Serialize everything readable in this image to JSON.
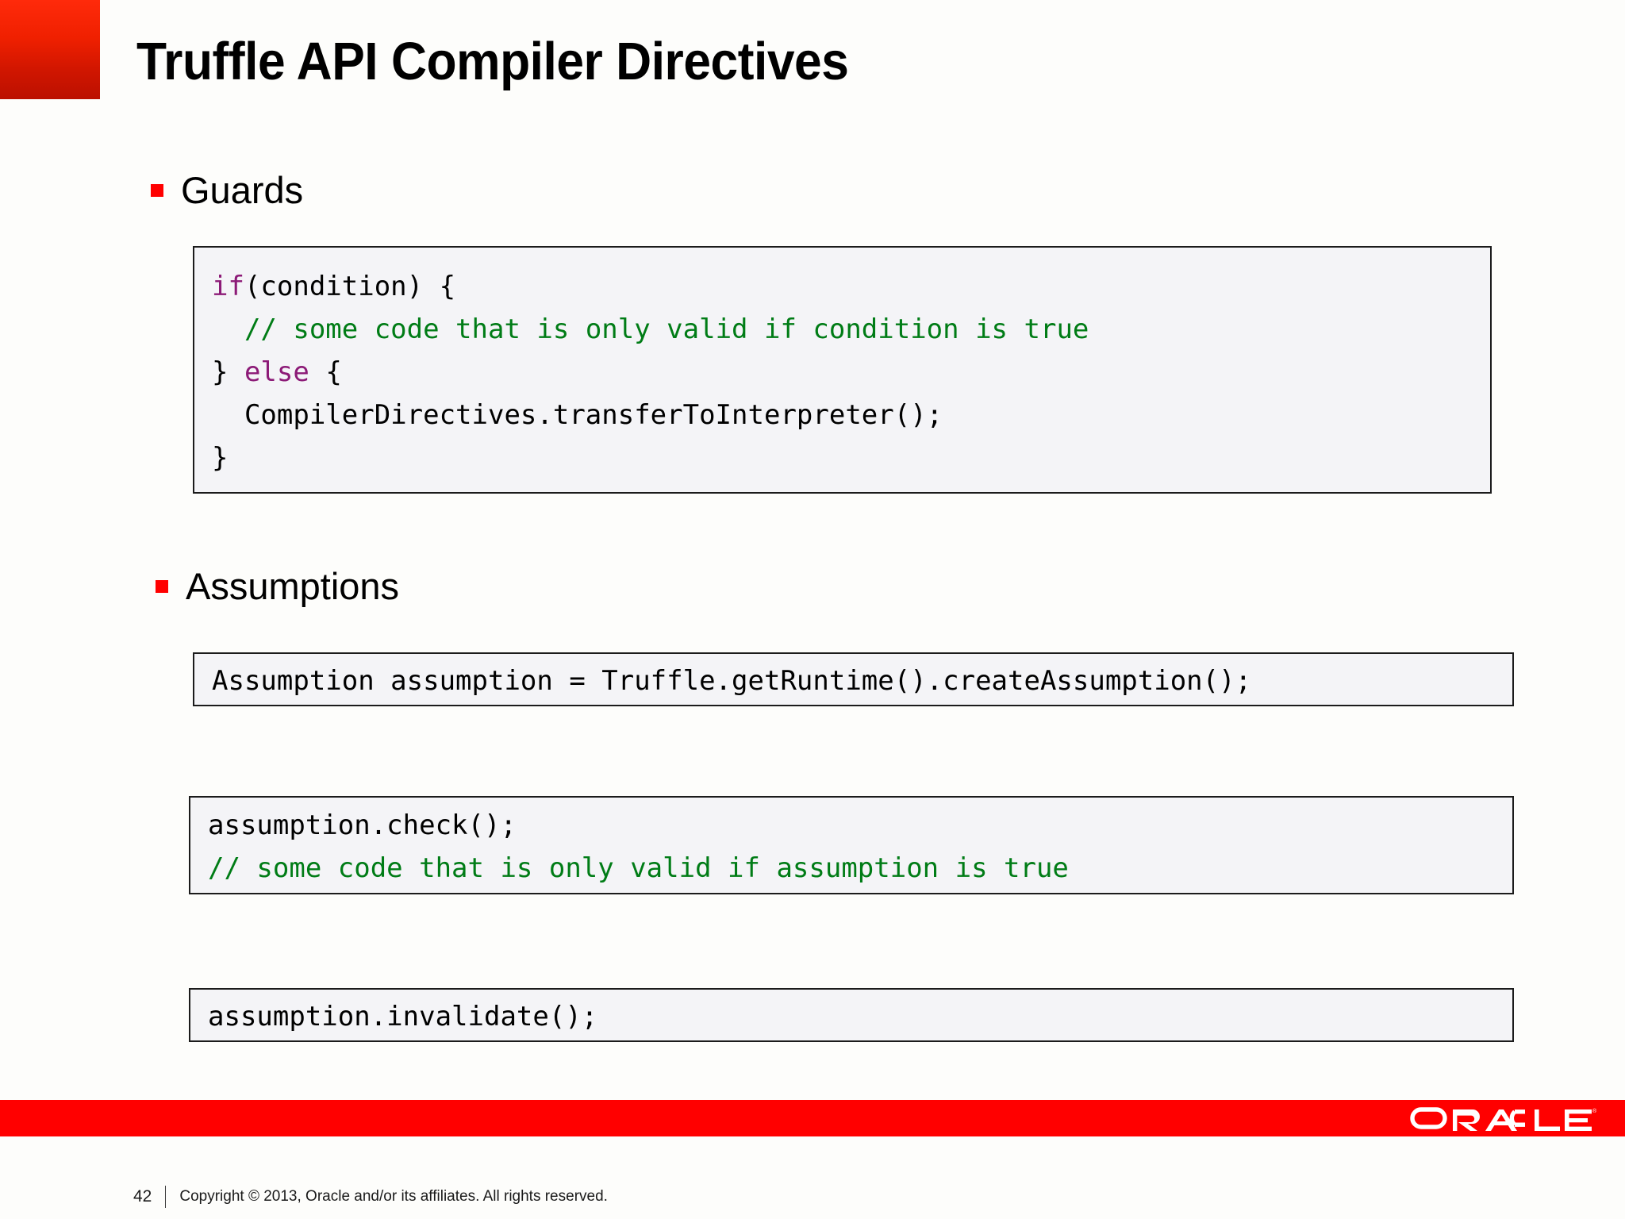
{
  "slide": {
    "title": "Truffle API Compiler Directives",
    "page_number": "42",
    "copyright": "Copyright © 2013, Oracle and/or its affiliates. All rights reserved.",
    "brand": "ORACLE",
    "brand_trademark": "®"
  },
  "colors": {
    "brand_red": "#FF0000",
    "corner_red_light": "#FF2A0A",
    "corner_red_dark": "#BB1000",
    "bullet_red": "#FF0000",
    "keyword_purple": "#8C1A77",
    "comment_green": "#007C16",
    "code_background": "#F4F4F7",
    "code_border": "#1B1B1B",
    "text_black": "#000000"
  },
  "sections": [
    {
      "bullet_label": "Guards",
      "code": {
        "lines": [
          [
            {
              "text": "if",
              "style": "kw"
            },
            {
              "text": "(condition) {",
              "style": "plain"
            }
          ],
          [
            {
              "text": "  ",
              "style": "plain"
            },
            {
              "text": "// some code that is only valid if condition is true",
              "style": "cmt"
            }
          ],
          [
            {
              "text": "} ",
              "style": "plain"
            },
            {
              "text": "else",
              "style": "kw"
            },
            {
              "text": " {",
              "style": "plain"
            }
          ],
          [
            {
              "text": "  CompilerDirectives.transferToInterpreter();",
              "style": "plain"
            }
          ],
          [
            {
              "text": "}",
              "style": "plain"
            }
          ]
        ]
      }
    },
    {
      "bullet_label": "Assumptions",
      "code_blocks": [
        {
          "name": "assumption-create",
          "lines": [
            [
              {
                "text": "Assumption assumption = Truffle.getRuntime().createAssumption();",
                "style": "plain"
              }
            ]
          ]
        },
        {
          "name": "assumption-check",
          "lines": [
            [
              {
                "text": "assumption.check();",
                "style": "plain"
              }
            ],
            [
              {
                "text": "// some code that is only valid if assumption is true",
                "style": "cmt"
              }
            ]
          ]
        },
        {
          "name": "assumption-invalidate",
          "lines": [
            [
              {
                "text": "assumption.invalidate();",
                "style": "plain"
              }
            ]
          ]
        }
      ]
    }
  ]
}
